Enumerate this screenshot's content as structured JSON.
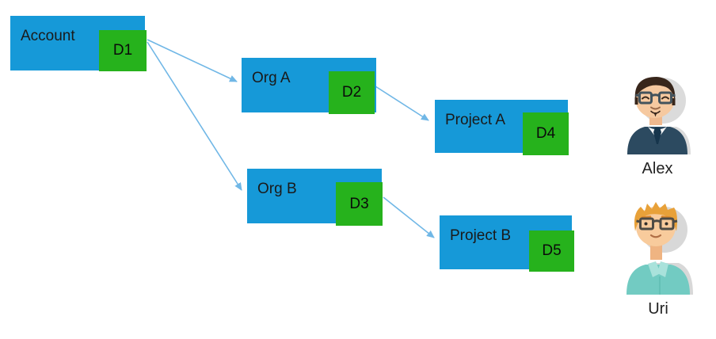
{
  "colors": {
    "box_blue": "#1699D8",
    "badge_green": "#26B21C",
    "arrow_blue": "#70B7E6",
    "shadow_blue": "#A6D6F0",
    "text_color": "#1a1a1a"
  },
  "nodes": [
    {
      "id": "account",
      "label": "Account",
      "badge": "D1"
    },
    {
      "id": "org-a",
      "label": "Org A",
      "badge": "D2"
    },
    {
      "id": "project-a",
      "label": "Project A",
      "badge": "D4"
    },
    {
      "id": "org-b",
      "label": "Org B",
      "badge": "D3"
    },
    {
      "id": "project-b",
      "label": "Project B",
      "badge": "D5"
    }
  ],
  "edges": [
    {
      "from": "Account",
      "to": "Org A"
    },
    {
      "from": "Account",
      "to": "Org B"
    },
    {
      "from": "Org A",
      "to": "Project A"
    },
    {
      "from": "Org B",
      "to": "Project B"
    }
  ],
  "users": [
    {
      "name": "Alex"
    },
    {
      "name": "Uri"
    }
  ],
  "icons": {
    "alex_avatar": "man-with-dark-hair-glasses-and-tie",
    "uri_avatar": "man-with-blond-hair-glasses-teal-shirt"
  }
}
